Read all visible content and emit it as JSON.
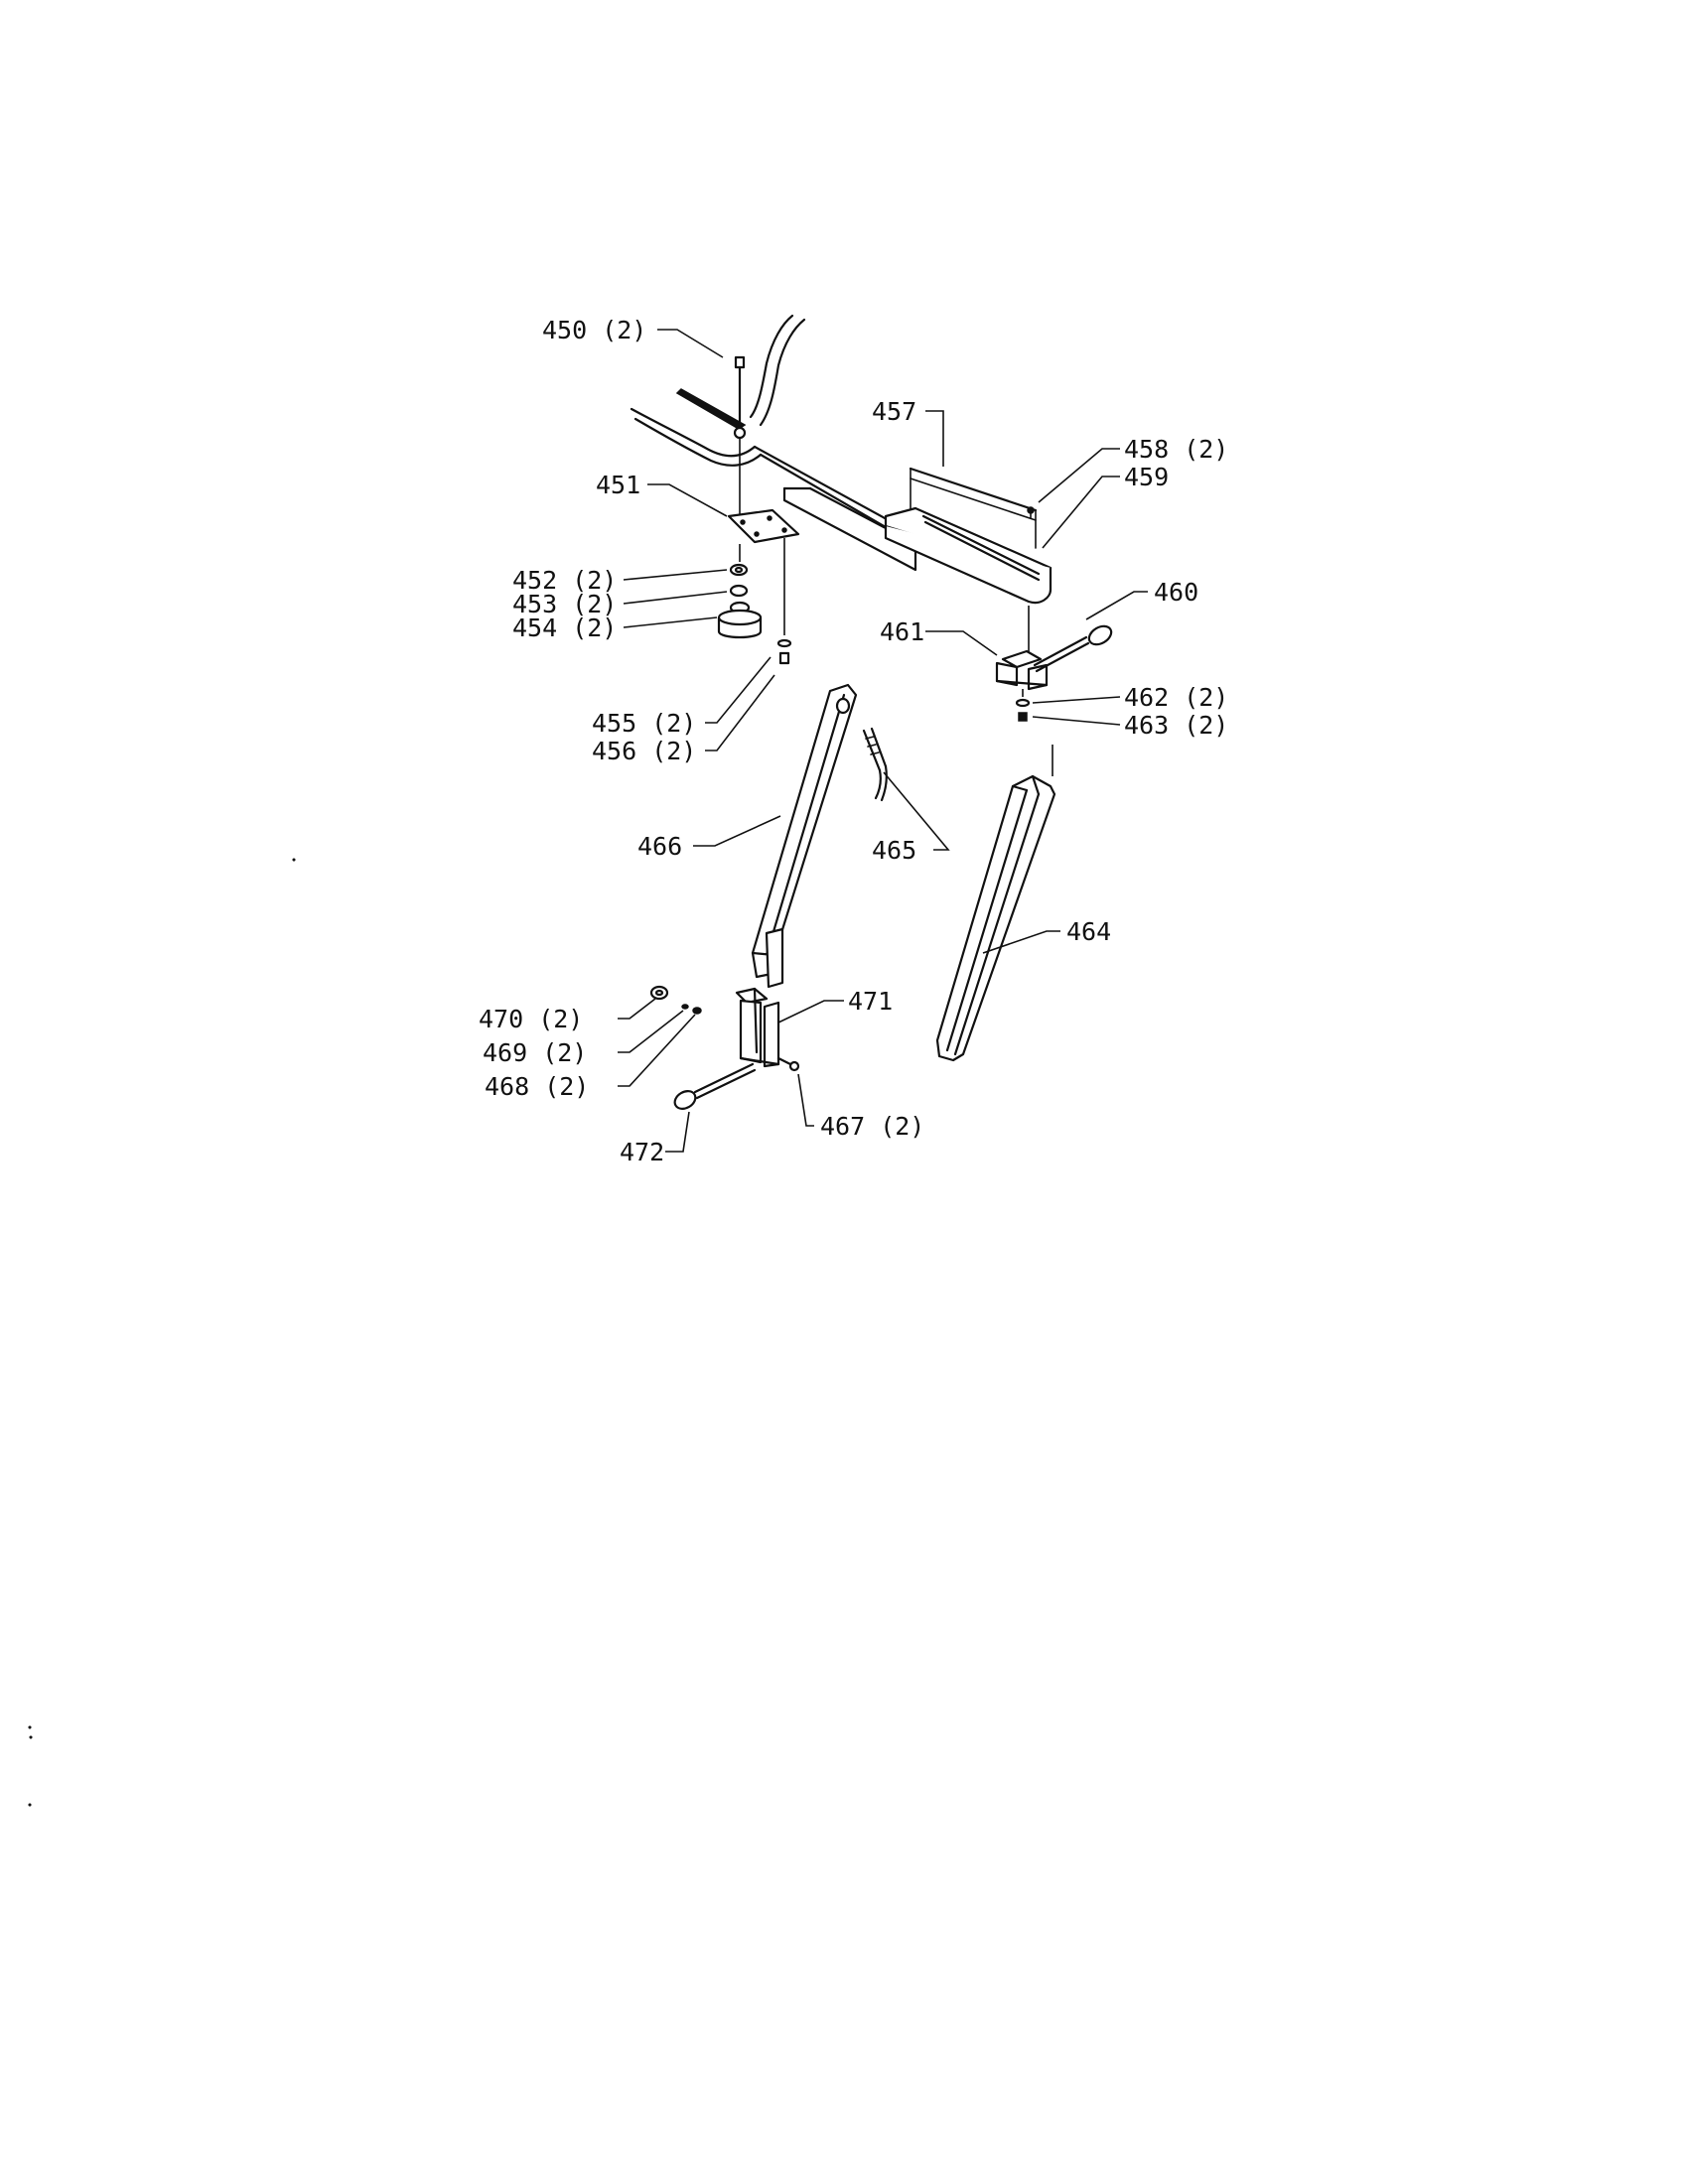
{
  "callouts": {
    "p450": "450 (2)",
    "p451": "451",
    "p452": "452 (2)",
    "p453": "453 (2)",
    "p454": "454 (2)",
    "p455": "455 (2)",
    "p456": "456 (2)",
    "p457": "457",
    "p458": "458 (2)",
    "p459": "459",
    "p460": "460",
    "p461": "461",
    "p462": "462 (2)",
    "p463": "463 (2)",
    "p464": "464",
    "p465": "465",
    "p466": "466",
    "p467": "467 (2)",
    "p468": "468 (2)",
    "p469": "469 (2)",
    "p470": "470 (2)",
    "p471": "471",
    "p472": "472"
  },
  "colors": {
    "ink": "#111111",
    "paper": "#ffffff"
  }
}
